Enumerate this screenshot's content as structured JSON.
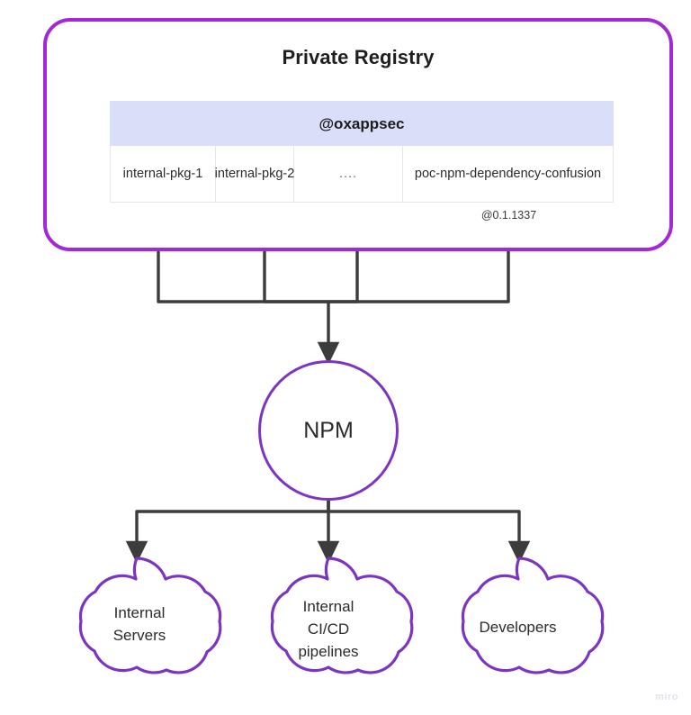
{
  "diagram": {
    "title": "Private Registry",
    "registry": {
      "panel_title": "Private Registry",
      "scope": "@oxappsec",
      "columns": [
        "internal-pkg-1",
        "internal-pkg-2",
        "....",
        "poc-npm-dependency-confusion"
      ],
      "version_note": "@0.1.1337"
    },
    "hub": {
      "label": "NPM"
    },
    "consumers": [
      {
        "id": "internal-servers",
        "lines": [
          "Internal",
          "Servers"
        ]
      },
      {
        "id": "internal-cicd-pipelines",
        "lines": [
          "Internal",
          "CI/CD",
          "pipelines"
        ]
      },
      {
        "id": "developers",
        "lines": [
          "Developers"
        ]
      }
    ],
    "watermark": "miro",
    "colors": {
      "registry_border": "#A329D6",
      "scope_band": "#DBDEF8",
      "hub_border": "#7B35C1",
      "cloud_border": "#7B35C1",
      "connector": "#3C3C3C",
      "text": "#2b2b2b"
    }
  }
}
